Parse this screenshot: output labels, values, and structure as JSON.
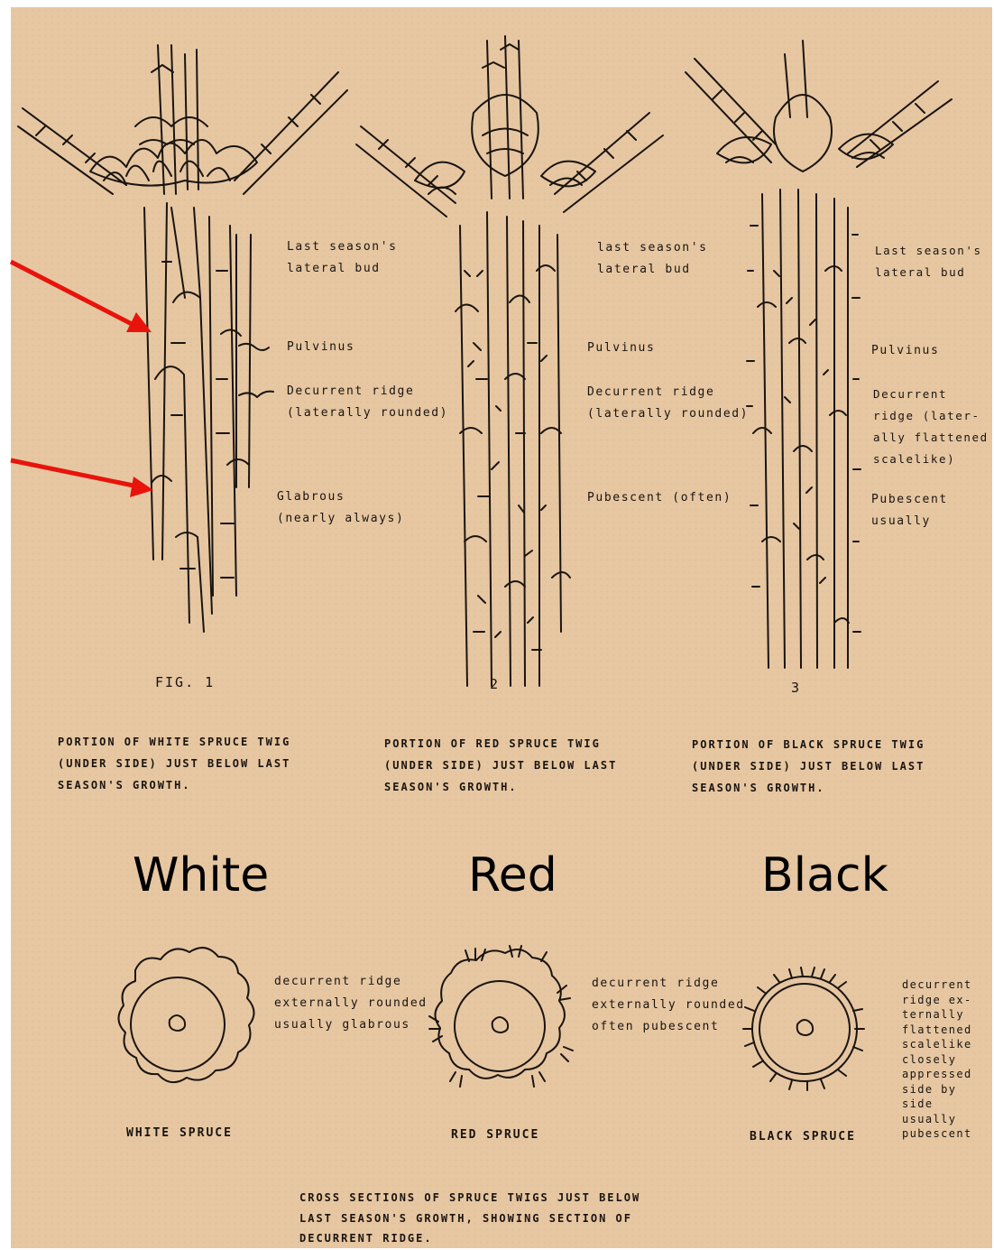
{
  "figure_numbers": [
    "FIG. 1",
    "2",
    "3"
  ],
  "twig_labels": {
    "white": [
      "Last season's\nlateral bud",
      "Pulvinus",
      "Decurrent ridge\n(laterally rounded)",
      "Glabrous\n(nearly always)"
    ],
    "red": [
      "last season's\nlateral bud",
      "Pulvinus",
      "Decurrent ridge\n(laterally rounded)",
      "Pubescent (often)"
    ],
    "black": [
      "Last season's\nlateral bud",
      "Pulvinus",
      "Decurrent\nridge (later-\nally flattened\nscalelike)",
      "Pubescent\nusually"
    ]
  },
  "twig_captions": [
    "PORTION OF WHITE SPRUCE TWIG\n(UNDER SIDE) JUST BELOW LAST\nSEASON'S GROWTH.",
    "PORTION OF RED SPRUCE TWIG\n(UNDER SIDE) JUST BELOW LAST\nSEASON'S GROWTH.",
    "PORTION OF BLACK SPRUCE TWIG\n(UNDER SIDE) JUST BELOW LAST\nSEASON'S GROWTH."
  ],
  "species_headings": [
    "White",
    "Red",
    "Black"
  ],
  "cross_section_notes": [
    "decurrent ridge\nexternally rounded\nusually glabrous",
    "decurrent ridge\nexternally rounded\noften pubescent",
    "decurrent\nridge ex-\nternally\nflattened\nscalelike\nclosely\nappressed\nside by\nside\nusually\npubescent"
  ],
  "cross_section_names": [
    "WHITE SPRUCE",
    "RED SPRUCE",
    "BLACK SPRUCE"
  ],
  "bottom_caption": "CROSS SECTIONS OF SPRUCE TWIGS JUST BELOW\nLAST SEASON'S GROWTH, SHOWING SECTION OF\nDECURRENT RIDGE.",
  "colors": {
    "paper": "#e6c7a2",
    "ink": "#1a1410",
    "arrow": "#e8140c"
  }
}
